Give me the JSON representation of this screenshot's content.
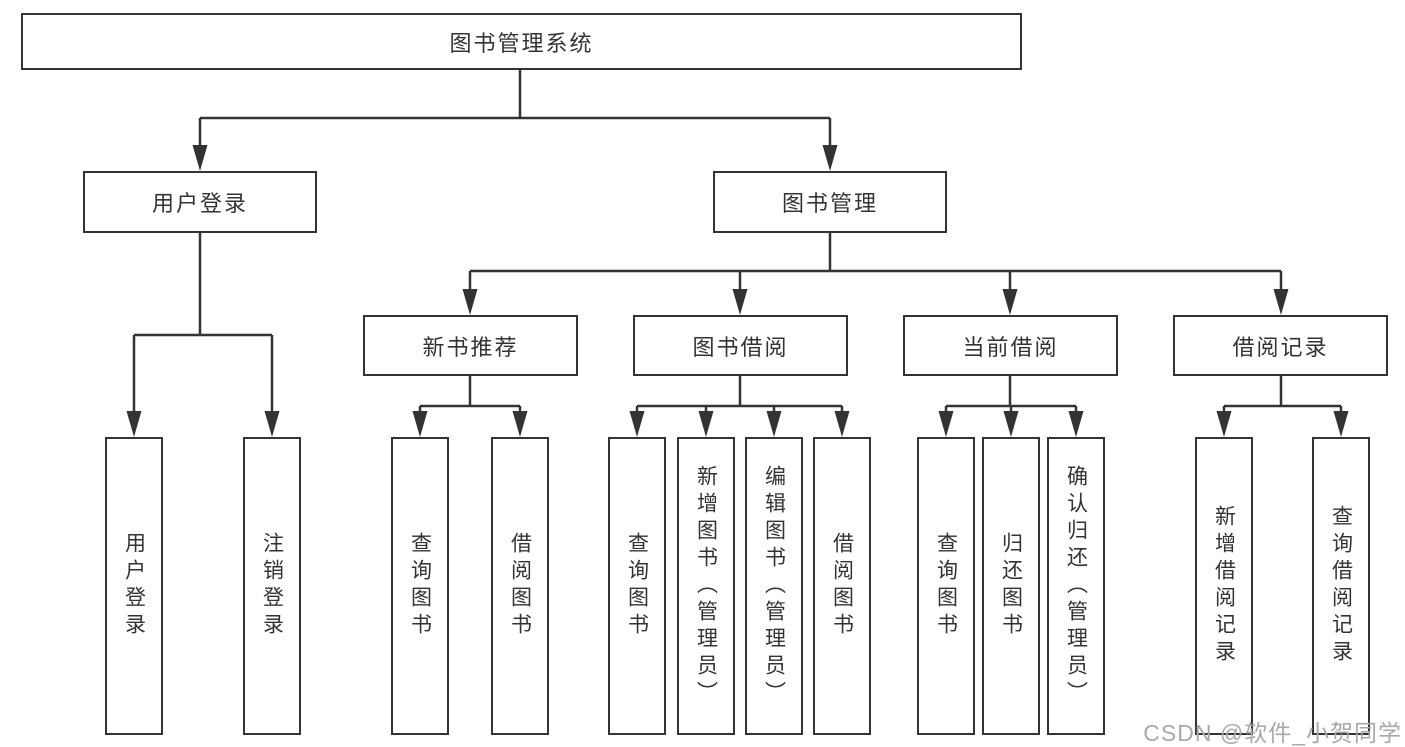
{
  "colors": {
    "line": "#333333",
    "text": "#333333",
    "box_border": "#333333",
    "background": "#ffffff",
    "watermark": "#a8a8a8"
  },
  "watermark": {
    "text": "CSDN @软件_小贺同学"
  },
  "diagram": {
    "type": "hierarchy-tree",
    "root": {
      "label": "图书管理系统",
      "children": [
        {
          "label": "用户登录",
          "children": [
            {
              "label": "用户登录"
            },
            {
              "label": "注销登录"
            }
          ]
        },
        {
          "label": "图书管理",
          "children": [
            {
              "label": "新书推荐",
              "children": [
                {
                  "label": "查询图书"
                },
                {
                  "label": "借阅图书"
                }
              ]
            },
            {
              "label": "图书借阅",
              "children": [
                {
                  "label": "查询图书"
                },
                {
                  "label": "新增图书（管理员）"
                },
                {
                  "label": "编辑图书（管理员）"
                },
                {
                  "label": "借阅图书"
                }
              ]
            },
            {
              "label": "当前借阅",
              "children": [
                {
                  "label": "查询图书"
                },
                {
                  "label": "归还图书"
                },
                {
                  "label": "确认归还（管理员）"
                }
              ]
            },
            {
              "label": "借阅记录",
              "children": [
                {
                  "label": "新增借阅记录"
                },
                {
                  "label": "查询借阅记录"
                }
              ]
            }
          ]
        }
      ]
    }
  }
}
